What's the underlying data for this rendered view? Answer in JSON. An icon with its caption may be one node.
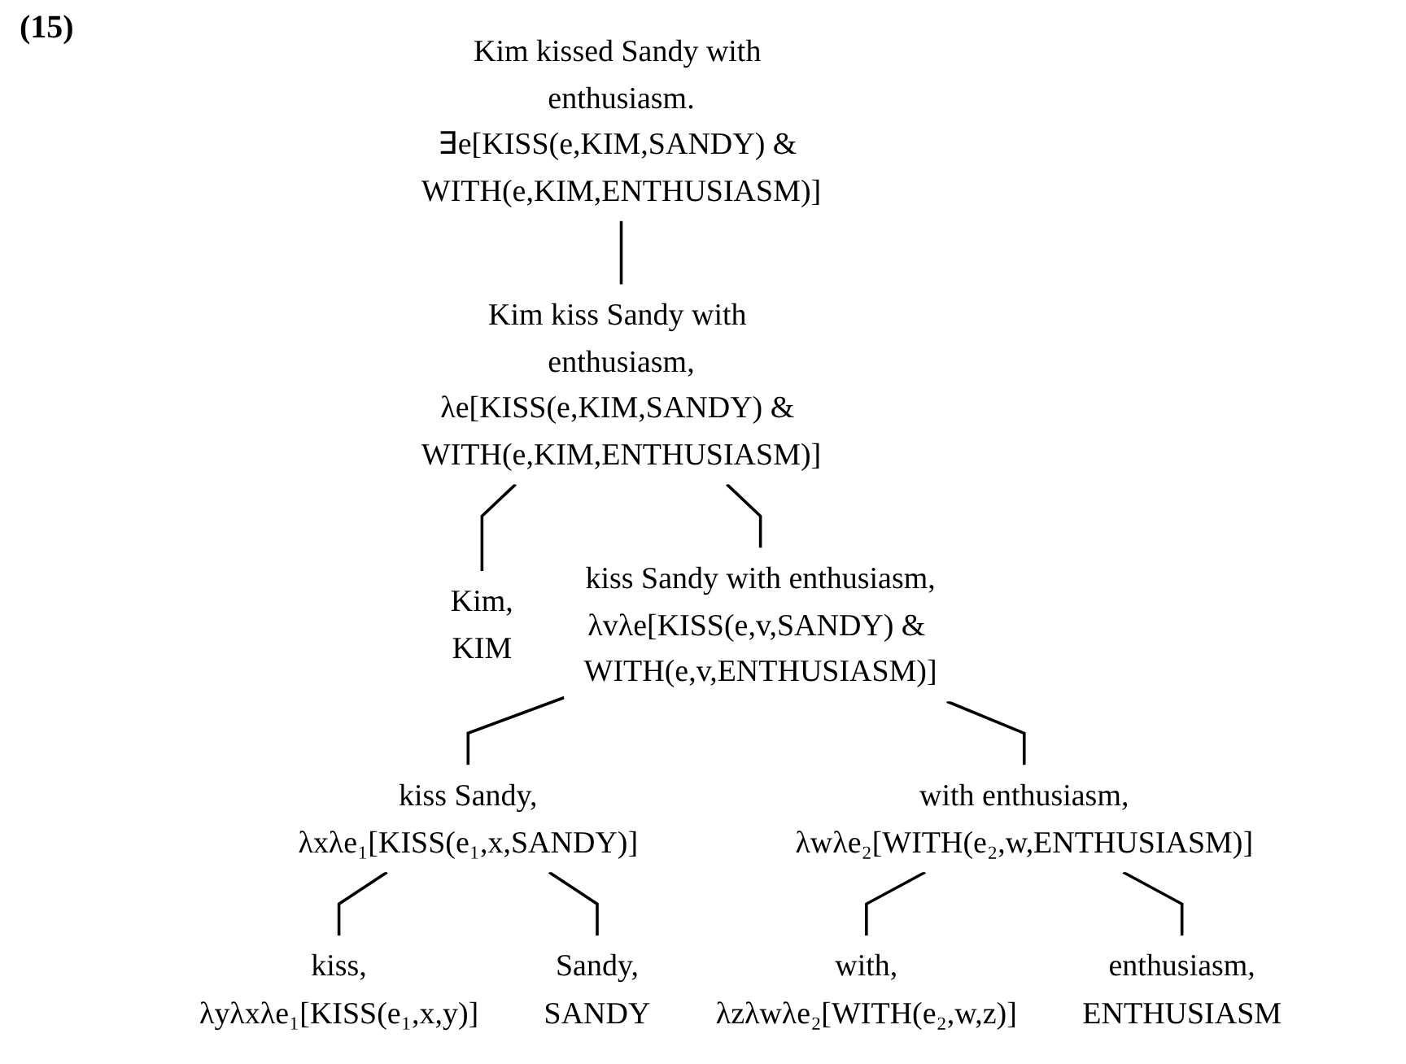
{
  "diagram": {
    "nodes": [
      {
        "text": [
          "Kim kissed Sandy with enthusiasm.",
          "∃e[KISS(e,KIM,SANDY) & WITH(e,KIM,ENTHUSIASM)]"
        ]
      },
      {
        "text": [
          "Kim kiss Sandy with enthusiasm,",
          "λe[KISS(e,KIM,SANDY) & WITH(e,KIM,ENTHUSIASM)]"
        ]
      },
      {
        "text": [
          "Kim,",
          "KIM"
        ]
      },
      {
        "text": [
          "kiss Sandy with enthusiasm,",
          "λvλe[KISS(e,v,SANDY) & WITH(e,v,ENTHUSIASM)]"
        ]
      },
      {
        "text": [
          "kiss Sandy,",
          "λxλe₁[KISS(e₁,x,SANDY)]"
        ]
      },
      {
        "text": [
          "with enthusiasm,",
          "λwλe₂[WITH(e₂,w,ENTHUSIASM)]"
        ]
      },
      {
        "text": [
          "kiss,",
          "λyλxλe₁[KISS(e₁,x,y)]"
        ]
      },
      {
        "text": [
          "Sandy,",
          "SANDY"
        ]
      },
      {
        "text": [
          "with,",
          "λzλwλe₂[WITH(e₂,w,z)]"
        ]
      },
      {
        "text": [
          "enthusiasm,",
          "ENTHUSIASM"
        ]
      }
    ],
    "edges": [
      {
        "from": 0,
        "to": 1,
        "arrow": "none"
      },
      {
        "from": 1,
        "to": 2,
        "arrow": "none"
      },
      {
        "from": 1,
        "to": 3,
        "arrow": "none"
      },
      {
        "from": 3,
        "to": 4,
        "arrow": "none"
      },
      {
        "from": 3,
        "to": 5,
        "arrow": "none"
      },
      {
        "from": 4,
        "to": 6,
        "arrow": "none"
      },
      {
        "from": 4,
        "to": 7,
        "arrow": "none"
      },
      {
        "from": 5,
        "to": 8,
        "arrow": "none"
      },
      {
        "from": 5,
        "to": 9,
        "arrow": "none"
      }
    ],
    "labels": [
      "(15)"
    ]
  }
}
